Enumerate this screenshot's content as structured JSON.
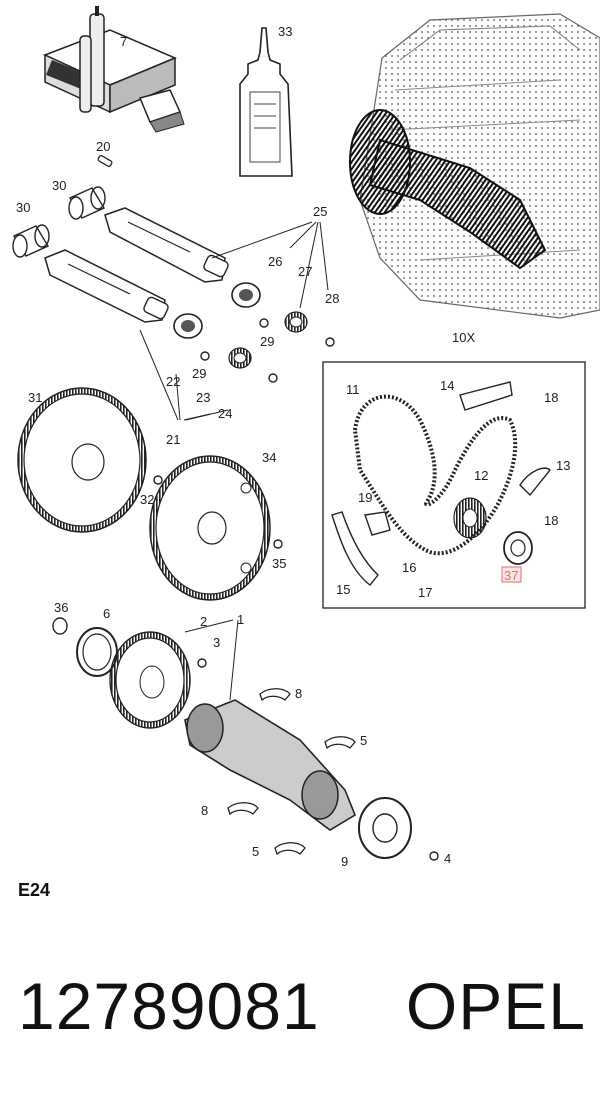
{
  "diagram": {
    "callouts": {
      "c7": "7",
      "c33": "33",
      "c20": "20",
      "c30a": "30",
      "c30b": "30",
      "c25": "25",
      "c26": "26",
      "c27": "27",
      "c28": "28",
      "c29a": "29",
      "c29b": "29",
      "c22": "22",
      "c23": "23",
      "c24": "24",
      "c21": "21",
      "c31": "31",
      "c34": "34",
      "c32": "32",
      "c35": "35",
      "c10x": "10X",
      "c11": "11",
      "c14": "14",
      "c18a": "18",
      "c12": "12",
      "c13": "13",
      "c19": "19",
      "c18b": "18",
      "c16": "16",
      "c15": "15",
      "c17": "17",
      "c37": "37",
      "c36": "36",
      "c6": "6",
      "c2": "2",
      "c1": "1",
      "c3": "3",
      "c8a": "8",
      "c5a": "5",
      "c8b": "8",
      "c5b": "5",
      "c9": "9",
      "c4": "4"
    },
    "highlight_color": "#e07070"
  },
  "section_label": "E24",
  "part_number": "12789081",
  "brand": "OPEL"
}
